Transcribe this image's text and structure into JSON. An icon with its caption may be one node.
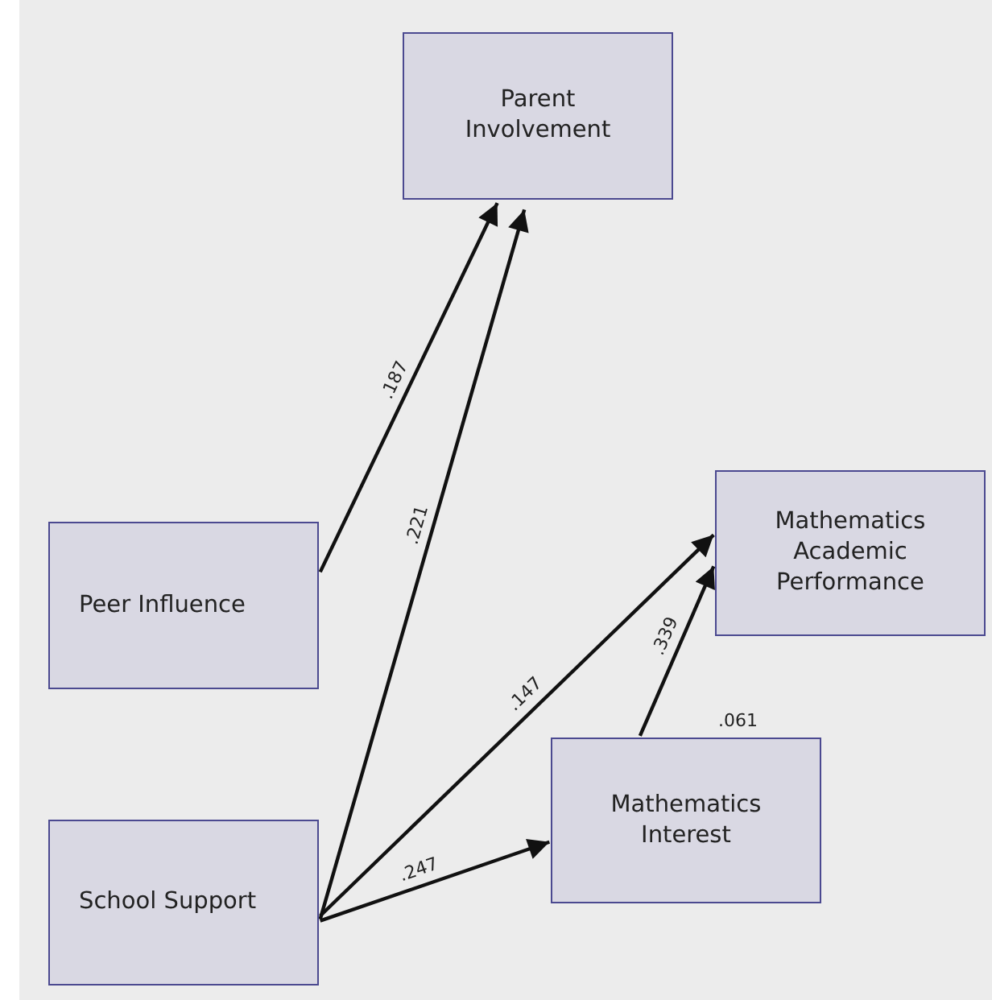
{
  "diagram": {
    "nodes": [
      {
        "text": [
          "Parent Involvement"
        ]
      },
      {
        "text": [
          "Mathematics Academic Performance"
        ]
      },
      {
        "text": [
          "Peer Influence"
        ]
      },
      {
        "text": [
          "Mathematics Interest"
        ],
        "beside": [
          ".061"
        ]
      },
      {
        "text": [
          "School Support"
        ]
      }
    ],
    "edges": [
      {
        "from": 2,
        "to": 0,
        "arrow": "to",
        "label": ".187"
      },
      {
        "from": 4,
        "to": 0,
        "arrow": "to",
        "label": ".221"
      },
      {
        "from": 4,
        "to": 1,
        "arrow": "to",
        "label": ".147"
      },
      {
        "from": 4,
        "to": 3,
        "arrow": "to",
        "label": ".247"
      },
      {
        "from": 3,
        "to": 1,
        "arrow": "to",
        "label": ".339"
      }
    ]
  }
}
